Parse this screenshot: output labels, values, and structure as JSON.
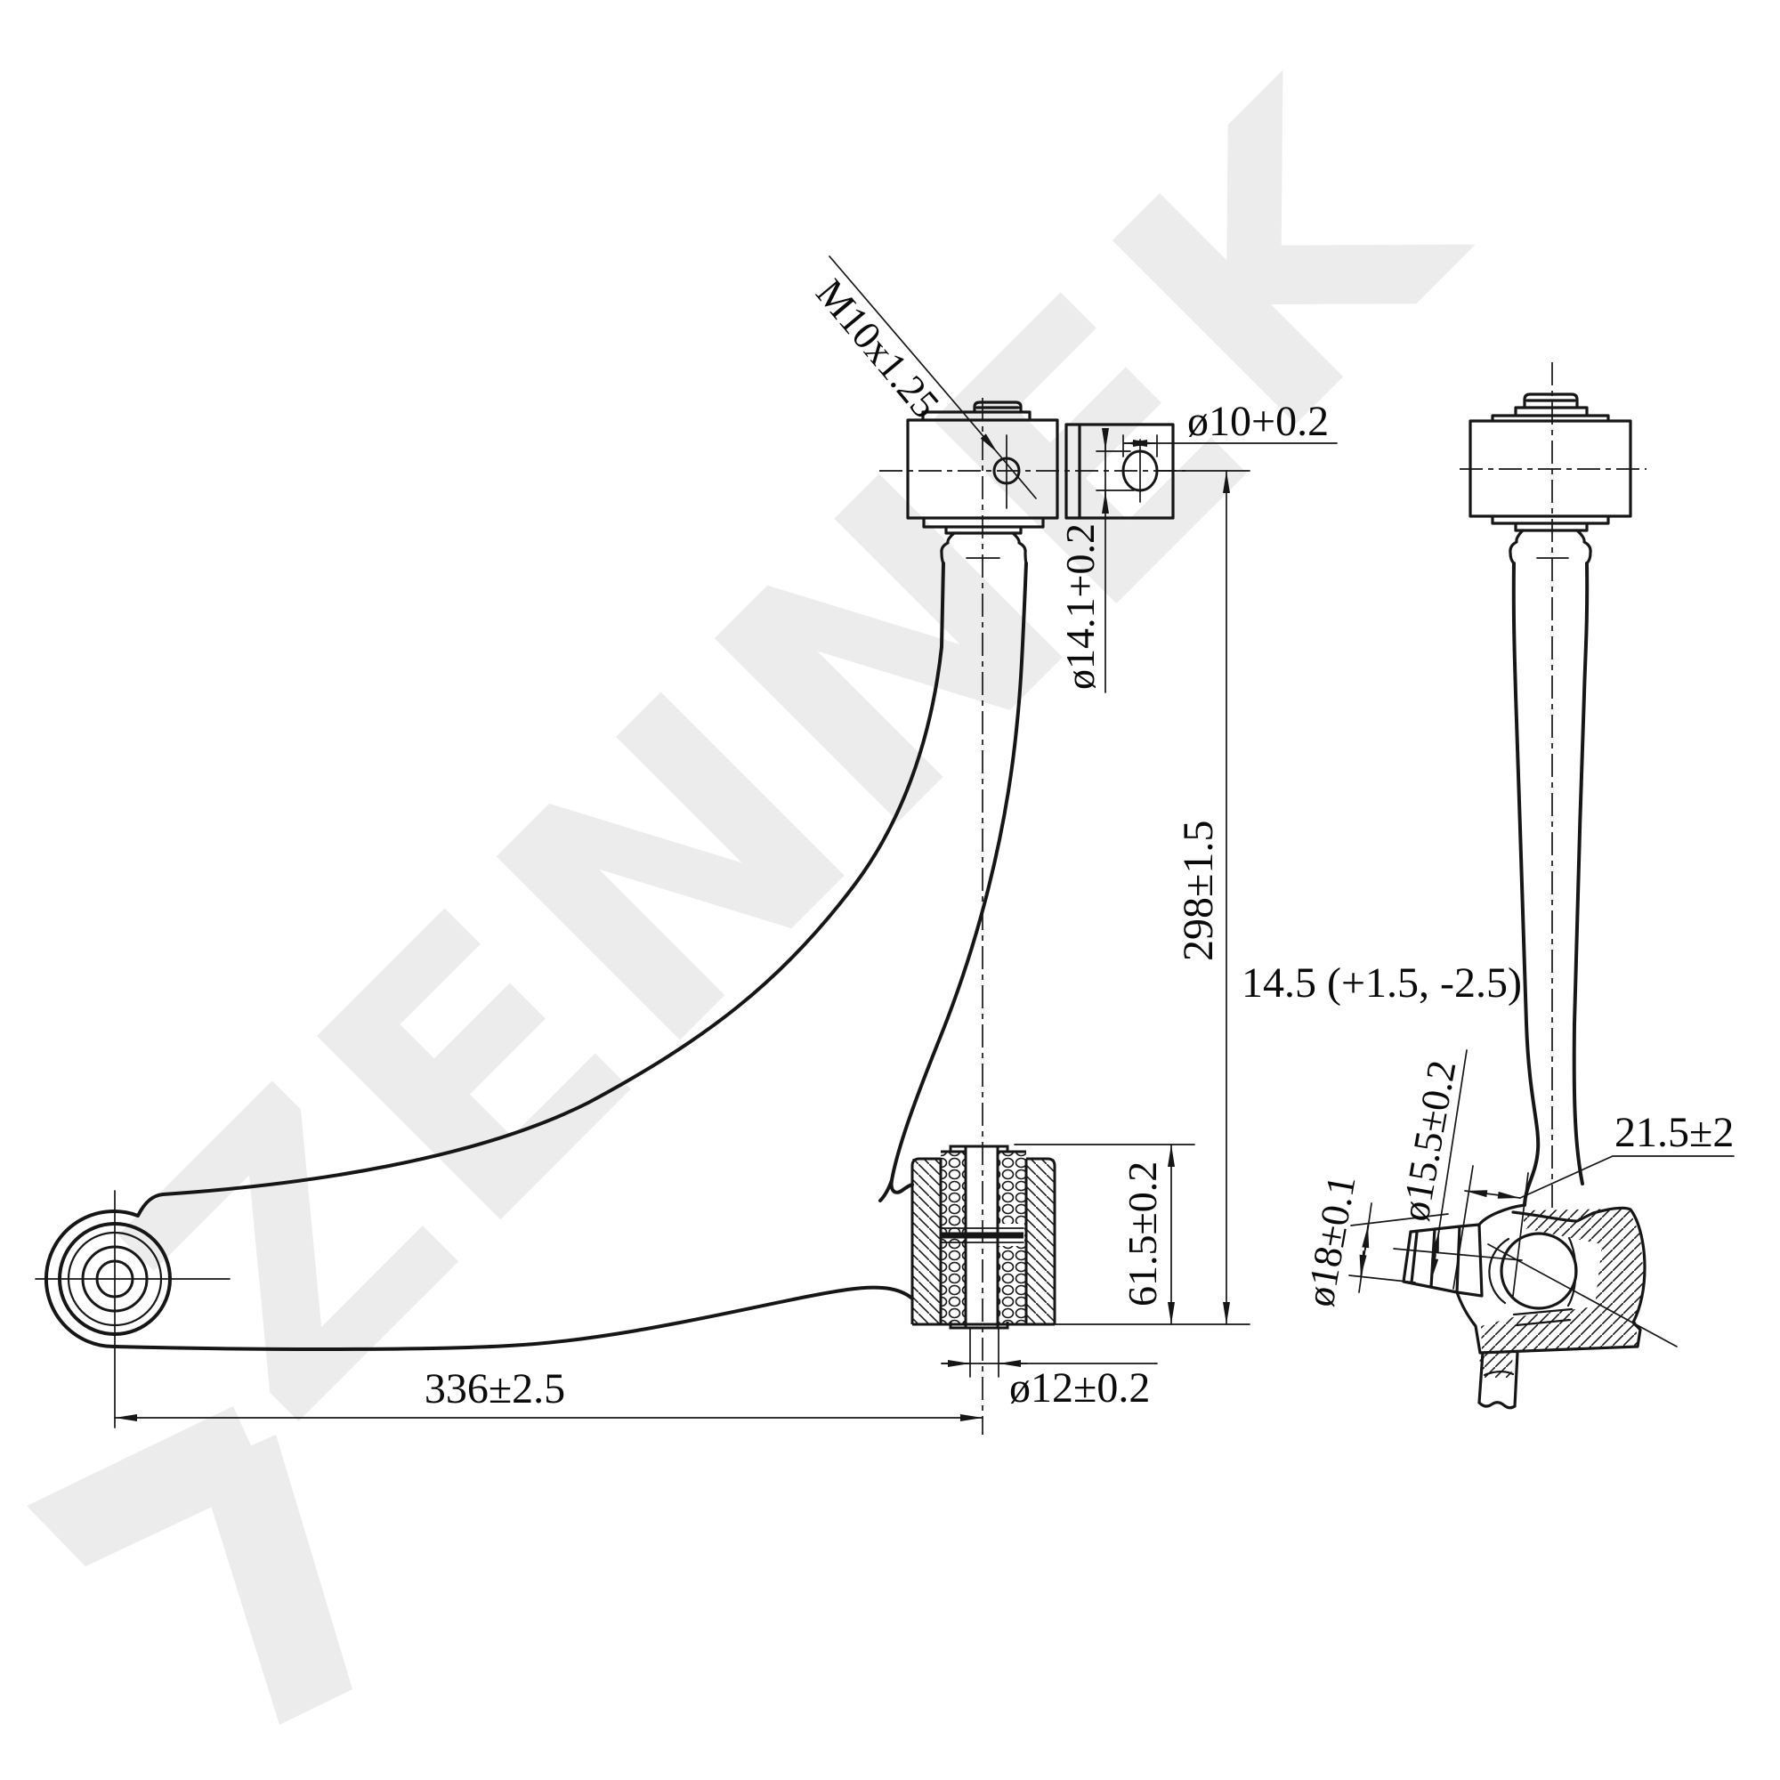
{
  "watermark": {
    "text": "ZENNEK",
    "color": "#ececec"
  },
  "labels": {
    "thread_spec": "M10x1.25",
    "clamp_hole_diameter": "ø10+0.2",
    "clamp_slot_diameter": "ø14.1+0.2",
    "center_distance": "298±1.5",
    "bushing_height": "61.5±0.2",
    "arm_length": "336±2.5",
    "bushing_bore_diameter": "ø12±0.2",
    "ball_stud_offset": "14.5 (+1.5, -2.5)",
    "stud_taper_length": "21.5±2",
    "stud_thread_diameter": "ø15.5±0.2",
    "stud_head_diameter": "ø18±0.1"
  }
}
